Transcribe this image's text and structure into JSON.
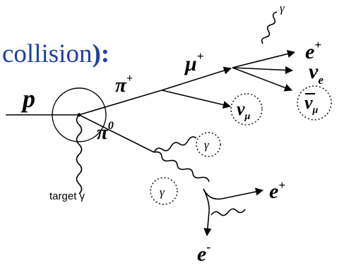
{
  "title": {
    "text": "collision",
    "close": "):"
  },
  "particles": {
    "proton": "p",
    "pi_plus": "π",
    "pi_plus_sup": "+",
    "pi_zero": "π",
    "pi_zero_sup": "0",
    "mu_plus": "μ",
    "mu_plus_sup": "+",
    "e_plus_top": "e",
    "e_plus_top_sup": "+",
    "nu_e": "ν",
    "nu_e_sub": "e",
    "nu_mu_bar": "ν",
    "nu_mu_bar_sub": "μ",
    "nu_mu": "ν",
    "nu_mu_sub": "μ",
    "e_plus_bottom": "e",
    "e_plus_bottom_sup": "+",
    "e_minus": "e",
    "e_minus_sup": "-"
  },
  "photons": {
    "top_gamma": "γ",
    "gamma_circle_1": "γ",
    "gamma_circle_2": "γ",
    "target_label": "target γ"
  }
}
